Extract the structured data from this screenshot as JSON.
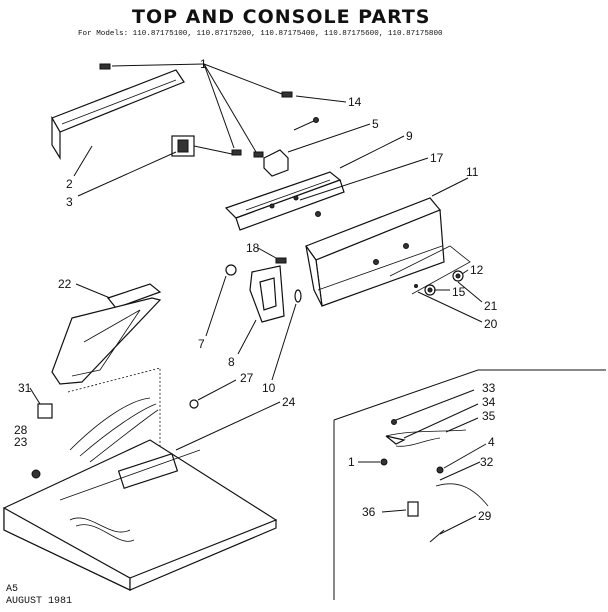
{
  "header": {
    "title": "TOP AND CONSOLE PARTS",
    "models": "For Models: 110.87175100, 110.87175200, 110.87175400, 110.87175600, 110.87175800"
  },
  "footer": {
    "code": "A5",
    "date": "AUGUST 1981"
  },
  "callouts": [
    "1",
    "14",
    "5",
    "9",
    "17",
    "11",
    "2",
    "3",
    "18",
    "12",
    "15",
    "21",
    "20",
    "22",
    "7",
    "8",
    "10",
    "31",
    "27",
    "24",
    "28",
    "23",
    "33",
    "34",
    "35",
    "4",
    "1",
    "32",
    "36",
    "29"
  ]
}
